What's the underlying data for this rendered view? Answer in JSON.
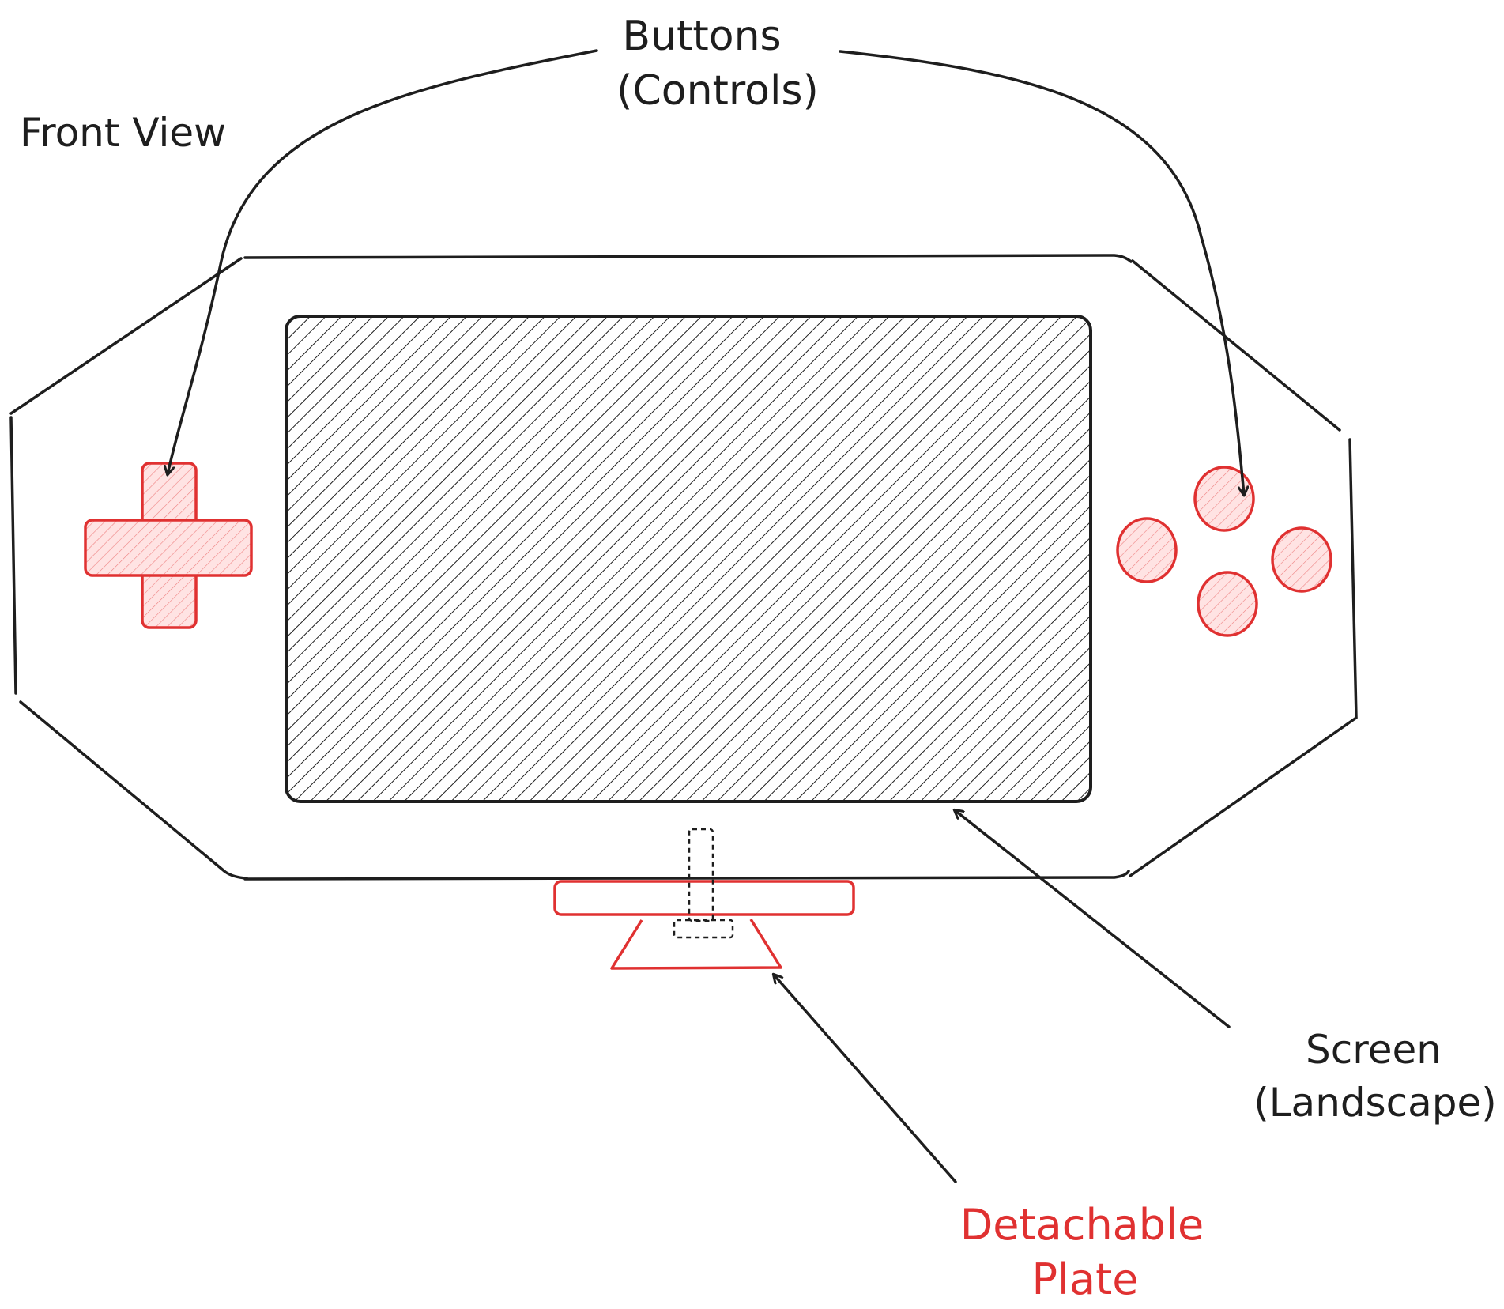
{
  "view_title": "Front View",
  "labels": {
    "buttons_line1": "Buttons",
    "buttons_line2": "(Controls)",
    "screen_line1": "Screen",
    "screen_line2": "(Landscape)",
    "plate_line1": "Detachable",
    "plate_line2": "Plate"
  },
  "colors": {
    "ink": "#1e1e1e",
    "accent": "#e03131",
    "accent_fill": "#ffc9c9",
    "background": "#ffffff"
  }
}
